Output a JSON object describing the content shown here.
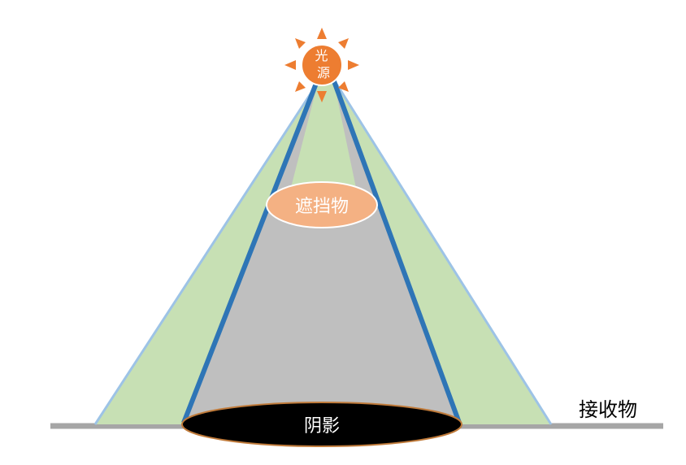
{
  "diagram": {
    "light_source_label": "光源",
    "obstacle_label": "遮挡物",
    "shadow_label": "阴影",
    "receiver_label": "接收物"
  },
  "colors": {
    "background": "#ffffff",
    "light_cone_fill": "#c7e0b4",
    "light_cone_edge": "#9dc3e6",
    "shadow_cone_fill": "#bfbfbf",
    "shadow_cone_edge": "#2e75b6",
    "sun": "#ed7d31",
    "obstacle_fill": "#f4b183",
    "shadow_ellipse": "#000000",
    "ground_line": "#a6a6a6",
    "label_light": "#ffffff",
    "label_dark": "#000000"
  },
  "icons": {
    "light_source": "sun-icon"
  }
}
